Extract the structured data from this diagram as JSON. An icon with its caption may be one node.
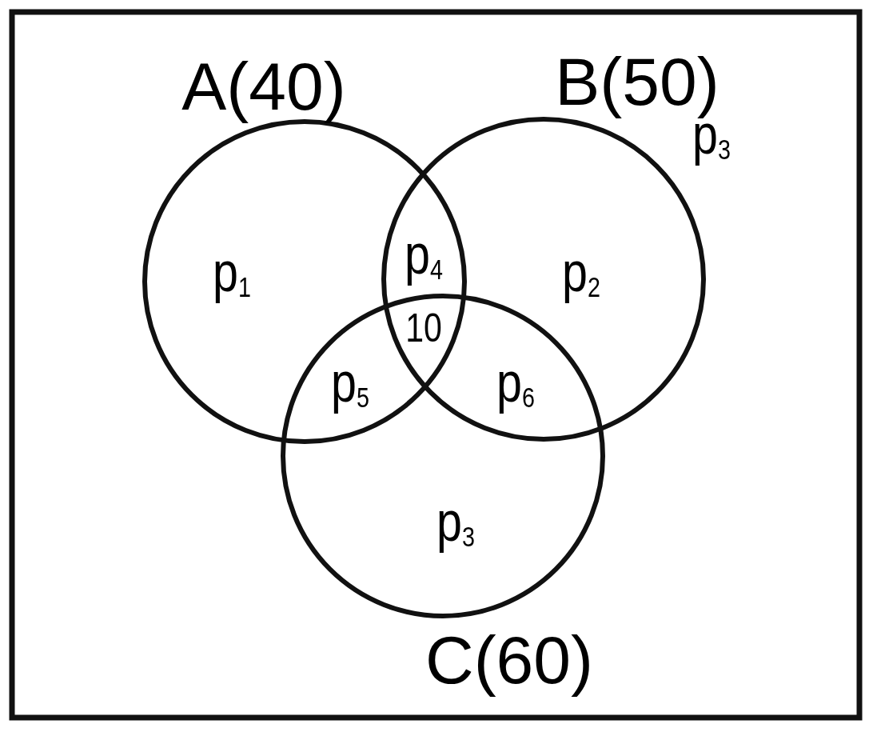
{
  "diagram": {
    "nodes": [
      {
        "text": [
          "A(40)"
        ]
      },
      {
        "text": [
          "B(50)"
        ]
      },
      {
        "text": [
          "C(60)"
        ]
      }
    ],
    "labels": [
      "p$_{3}$",
      "p$_{1}$",
      "p$_{4}$",
      "p$_{2}$",
      "10",
      "p$_{5}$",
      "p$_{6}$",
      "p$_{3}$"
    ]
  }
}
